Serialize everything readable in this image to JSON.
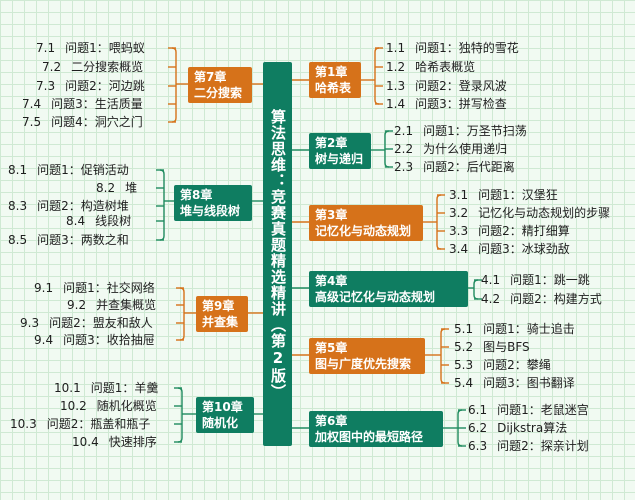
{
  "center_title": "算法思维：竞赛真题精选精讲（第2版）",
  "colors": {
    "orange": "#d6721a",
    "green": "#0f7d61",
    "line_green": "#1f8b5f",
    "line_orange": "#d6721a"
  },
  "chapters": {
    "ch1": {
      "num": "第1章",
      "title": "哈希表",
      "items": [
        {
          "n": "1.1",
          "t": "问题1：独特的雪花"
        },
        {
          "n": "1.2",
          "t": "哈希表概览"
        },
        {
          "n": "1.3",
          "t": "问题2：登录风波"
        },
        {
          "n": "1.4",
          "t": "问题3：拼写检查"
        }
      ]
    },
    "ch2": {
      "num": "第2章",
      "title": "树与递归",
      "items": [
        {
          "n": "2.1",
          "t": "问题1：万圣节扫荡"
        },
        {
          "n": "2.2",
          "t": "为什么使用递归"
        },
        {
          "n": "2.3",
          "t": "问题2：后代距离"
        }
      ]
    },
    "ch3": {
      "num": "第3章",
      "title": "记忆化与动态规划",
      "items": [
        {
          "n": "3.1",
          "t": "问题1：汉堡狂"
        },
        {
          "n": "3.2",
          "t": "记忆化与动态规划的步骤"
        },
        {
          "n": "3.3",
          "t": "问题2：精打细算"
        },
        {
          "n": "3.4",
          "t": "问题3：冰球劲敌"
        }
      ]
    },
    "ch4": {
      "num": "第4章",
      "title": "高级记忆化与动态规划",
      "items": [
        {
          "n": "4.1",
          "t": "问题1：跳一跳"
        },
        {
          "n": "4.2",
          "t": "问题2：构建方式"
        }
      ]
    },
    "ch5": {
      "num": "第5章",
      "title": "图与广度优先搜索",
      "items": [
        {
          "n": "5.1",
          "t": "问题1：骑士追击"
        },
        {
          "n": "5.2",
          "t": "图与BFS"
        },
        {
          "n": "5.3",
          "t": "问题2：攀绳"
        },
        {
          "n": "5.4",
          "t": "问题3：图书翻译"
        }
      ]
    },
    "ch6": {
      "num": "第6章",
      "title": "加权图中的最短路径",
      "items": [
        {
          "n": "6.1",
          "t": "问题1：老鼠迷宫"
        },
        {
          "n": "6.2",
          "t": "Dijkstra算法"
        },
        {
          "n": "6.3",
          "t": "问题2：探亲计划"
        }
      ]
    },
    "ch7": {
      "num": "第7章",
      "title": "二分搜索",
      "items": [
        {
          "n": "7.1",
          "t": "问题1：喂蚂蚁"
        },
        {
          "n": "7.2",
          "t": "二分搜索概览"
        },
        {
          "n": "7.3",
          "t": "问题2：河边跳"
        },
        {
          "n": "7.4",
          "t": "问题3：生活质量"
        },
        {
          "n": "7.5",
          "t": "问题4：洞穴之门"
        }
      ]
    },
    "ch8": {
      "num": "第8章",
      "title": "堆与线段树",
      "items": [
        {
          "n": "8.1",
          "t": "问题1：促销活动"
        },
        {
          "n": "8.2",
          "t": "堆"
        },
        {
          "n": "8.3",
          "t": "问题2：构造树堆"
        },
        {
          "n": "8.4",
          "t": "线段树"
        },
        {
          "n": "8.5",
          "t": "问题3：两数之和"
        }
      ]
    },
    "ch9": {
      "num": "第9章",
      "title": "并查集",
      "items": [
        {
          "n": "9.1",
          "t": "问题1：社交网络"
        },
        {
          "n": "9.2",
          "t": "并查集概览"
        },
        {
          "n": "9.3",
          "t": "问题2：盟友和敌人"
        },
        {
          "n": "9.4",
          "t": "问题3：收拾抽屉"
        }
      ]
    },
    "ch10": {
      "num": "第10章",
      "title": "随机化",
      "items": [
        {
          "n": "10.1",
          "t": "问题1：羊羹"
        },
        {
          "n": "10.2",
          "t": "随机化概览"
        },
        {
          "n": "10.3",
          "t": "问题2：瓶盖和瓶子"
        },
        {
          "n": "10.4",
          "t": "快速排序"
        }
      ]
    }
  }
}
